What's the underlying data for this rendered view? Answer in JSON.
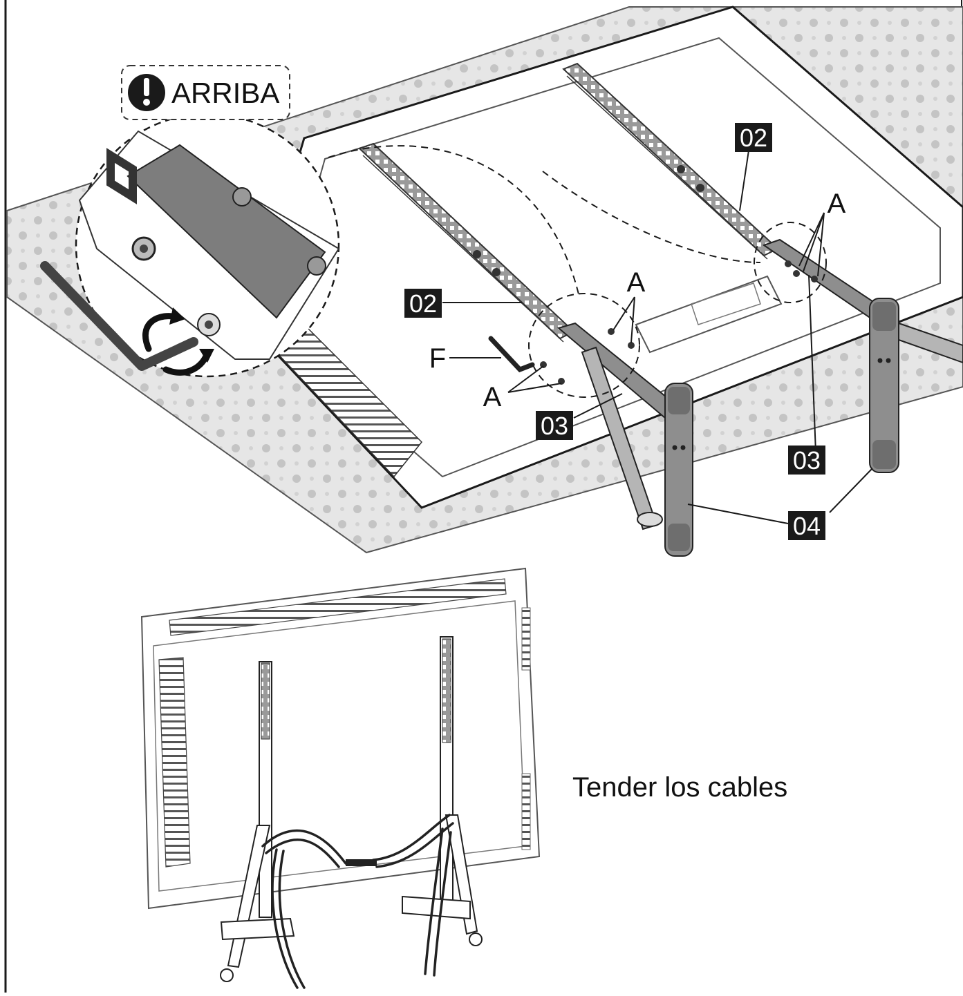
{
  "warning": {
    "icon": "exclamation-icon",
    "label": "ARRIBA"
  },
  "parts": {
    "bracket": "02",
    "arm": "03",
    "foot": "04",
    "screw": "A",
    "hex_key": "F"
  },
  "caption": "Tender los cables",
  "colors": {
    "line": "#1a1a1a",
    "badge_fill": "#1a1a1a",
    "badge_text": "#ffffff",
    "mat": "#cfcfcf",
    "metal": "#8e8e8e"
  }
}
